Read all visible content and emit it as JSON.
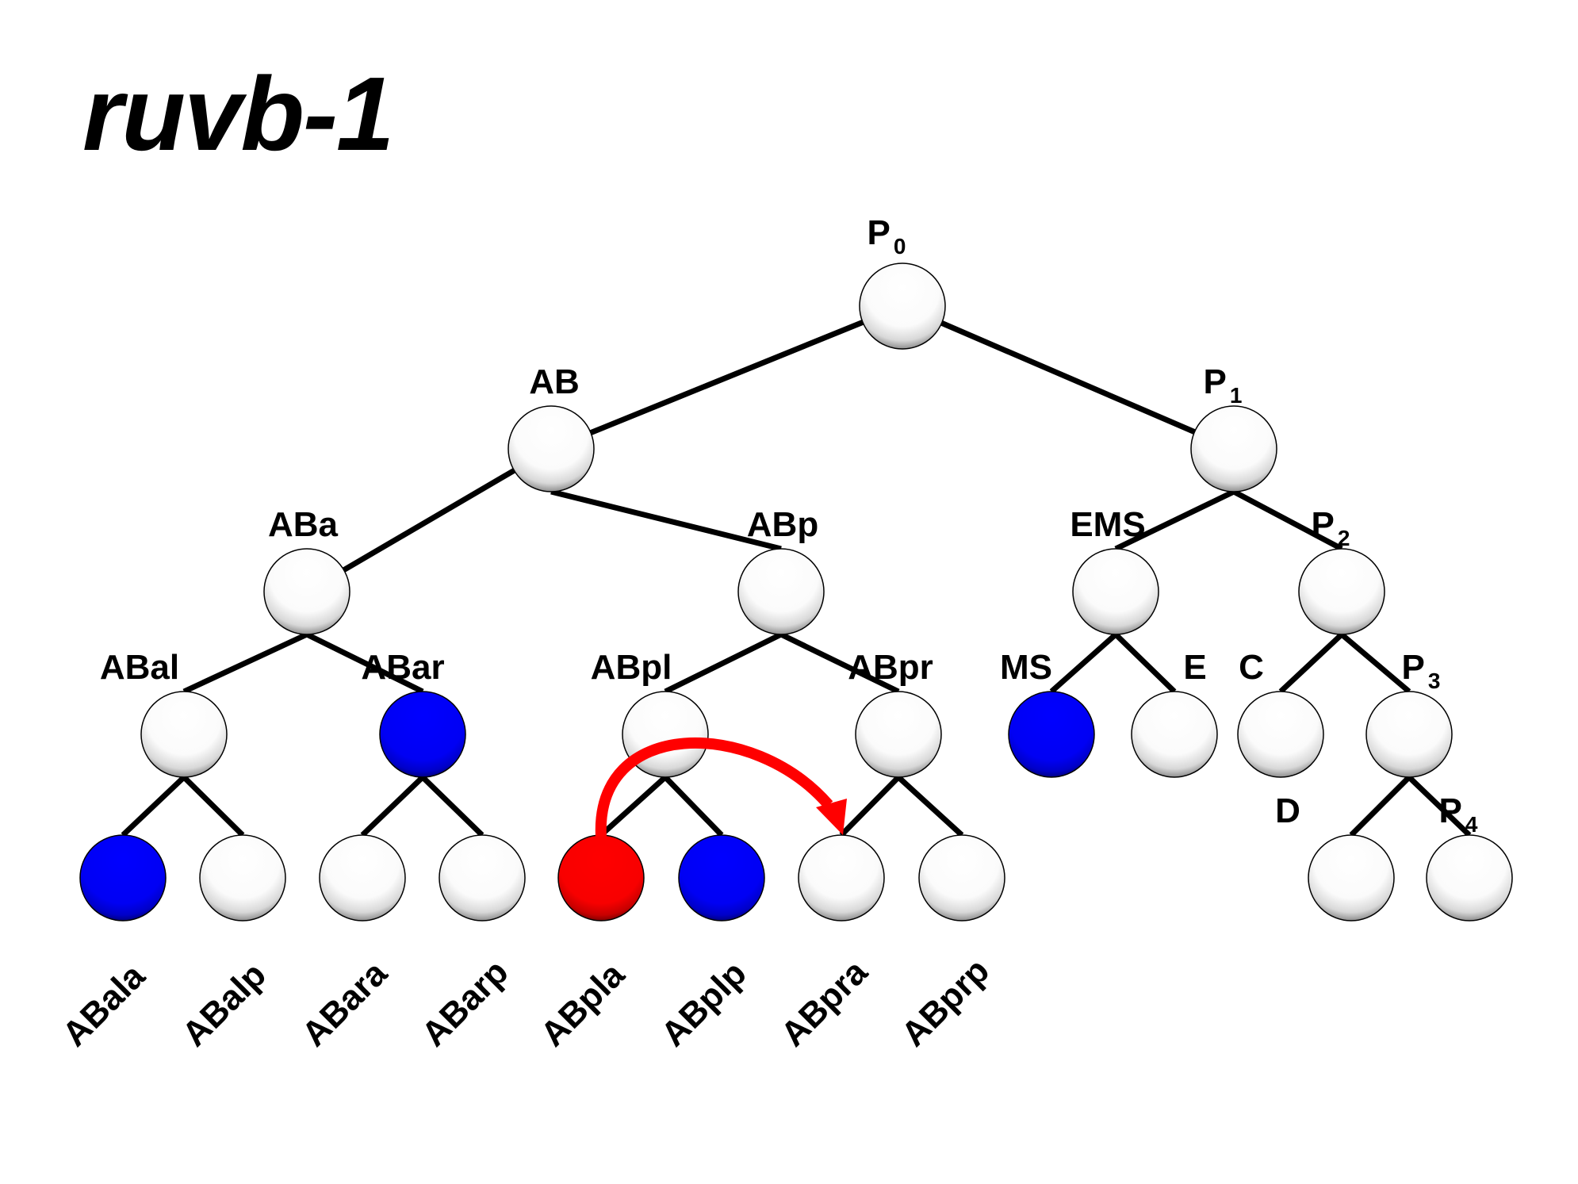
{
  "title": "ruvb-1",
  "colors": {
    "unmarked": "#ffffff",
    "blue": "#0000ff",
    "red": "#ff0000",
    "arrow": "#ff0000",
    "edge": "#000000"
  },
  "lineage": {
    "nodes": [
      {
        "id": "P0",
        "label": "P",
        "sub": "0",
        "parent": null,
        "fill": "unmarked",
        "label_side": "top"
      },
      {
        "id": "AB",
        "label": "AB",
        "sub": "",
        "parent": "P0",
        "fill": "unmarked",
        "label_side": "top"
      },
      {
        "id": "P1",
        "label": "P",
        "sub": "1",
        "parent": "P0",
        "fill": "unmarked",
        "label_side": "top"
      },
      {
        "id": "ABa",
        "label": "ABa",
        "sub": "",
        "parent": "AB",
        "fill": "unmarked",
        "label_side": "top"
      },
      {
        "id": "ABp",
        "label": "ABp",
        "sub": "",
        "parent": "AB",
        "fill": "unmarked",
        "label_side": "top"
      },
      {
        "id": "EMS",
        "label": "EMS",
        "sub": "",
        "parent": "P1",
        "fill": "unmarked",
        "label_side": "top"
      },
      {
        "id": "P2",
        "label": "P",
        "sub": "2",
        "parent": "P1",
        "fill": "unmarked",
        "label_side": "top"
      },
      {
        "id": "ABal",
        "label": "ABal",
        "sub": "",
        "parent": "ABa",
        "fill": "unmarked",
        "label_side": "top"
      },
      {
        "id": "ABar",
        "label": "ABar",
        "sub": "",
        "parent": "ABa",
        "fill": "blue",
        "label_side": "top"
      },
      {
        "id": "ABpl",
        "label": "ABpl",
        "sub": "",
        "parent": "ABp",
        "fill": "unmarked",
        "label_side": "top"
      },
      {
        "id": "ABpr",
        "label": "ABpr",
        "sub": "",
        "parent": "ABp",
        "fill": "unmarked",
        "label_side": "top"
      },
      {
        "id": "MS",
        "label": "MS",
        "sub": "",
        "parent": "EMS",
        "fill": "blue",
        "label_side": "top"
      },
      {
        "id": "E",
        "label": "E",
        "sub": "",
        "parent": "EMS",
        "fill": "unmarked",
        "label_side": "top"
      },
      {
        "id": "C",
        "label": "C",
        "sub": "",
        "parent": "P2",
        "fill": "unmarked",
        "label_side": "top"
      },
      {
        "id": "P3",
        "label": "P",
        "sub": "3",
        "parent": "P2",
        "fill": "unmarked",
        "label_side": "top"
      },
      {
        "id": "ABala",
        "label": "ABala",
        "sub": "",
        "parent": "ABal",
        "fill": "blue",
        "label_side": "bottom"
      },
      {
        "id": "ABalp",
        "label": "ABalp",
        "sub": "",
        "parent": "ABal",
        "fill": "unmarked",
        "label_side": "bottom"
      },
      {
        "id": "ABara",
        "label": "ABara",
        "sub": "",
        "parent": "ABar",
        "fill": "unmarked",
        "label_side": "bottom"
      },
      {
        "id": "ABarp",
        "label": "ABarp",
        "sub": "",
        "parent": "ABar",
        "fill": "unmarked",
        "label_side": "bottom"
      },
      {
        "id": "ABpla",
        "label": "ABpla",
        "sub": "",
        "parent": "ABpl",
        "fill": "red",
        "label_side": "bottom"
      },
      {
        "id": "ABplp",
        "label": "ABplp",
        "sub": "",
        "parent": "ABpl",
        "fill": "blue",
        "label_side": "bottom"
      },
      {
        "id": "ABpra",
        "label": "ABpra",
        "sub": "",
        "parent": "ABpr",
        "fill": "unmarked",
        "label_side": "bottom"
      },
      {
        "id": "ABprp",
        "label": "ABprp",
        "sub": "",
        "parent": "ABpr",
        "fill": "unmarked",
        "label_side": "bottom"
      },
      {
        "id": "D",
        "label": "D",
        "sub": "",
        "parent": "P3",
        "fill": "unmarked",
        "label_side": "top"
      },
      {
        "id": "P4",
        "label": "P",
        "sub": "4",
        "parent": "P3",
        "fill": "unmarked",
        "label_side": "top"
      }
    ],
    "arrows": [
      {
        "from": "ABpla",
        "to": "ABpra",
        "color": "arrow"
      }
    ]
  }
}
